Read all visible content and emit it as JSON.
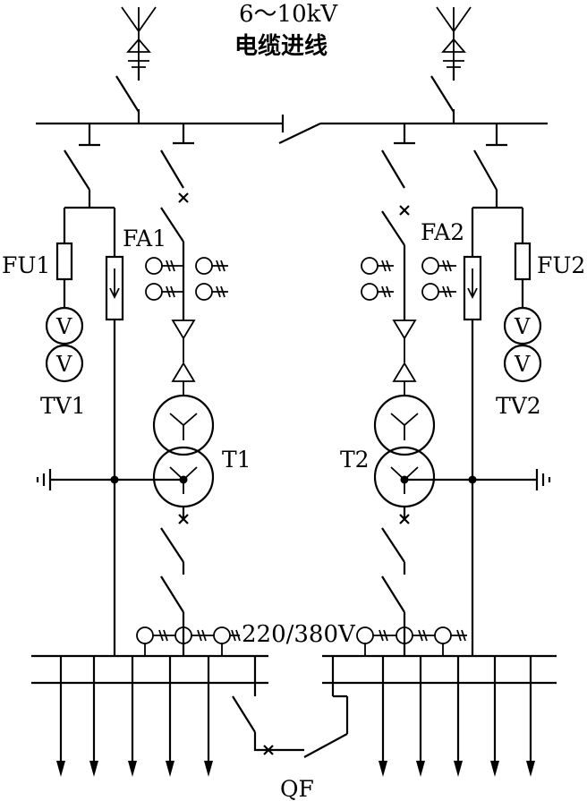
{
  "labels": {
    "incoming_voltage": "6～10kV",
    "incoming_cable": "电缆进线",
    "fu1": "FU1",
    "fa1": "FA1",
    "tv1": "TV1",
    "t1": "T1",
    "fu2": "FU2",
    "fa2": "FA2",
    "tv2": "TV2",
    "t2": "T2",
    "low_voltage": "220/380V",
    "qf": "QF",
    "voltmeter_symbol": "V"
  }
}
